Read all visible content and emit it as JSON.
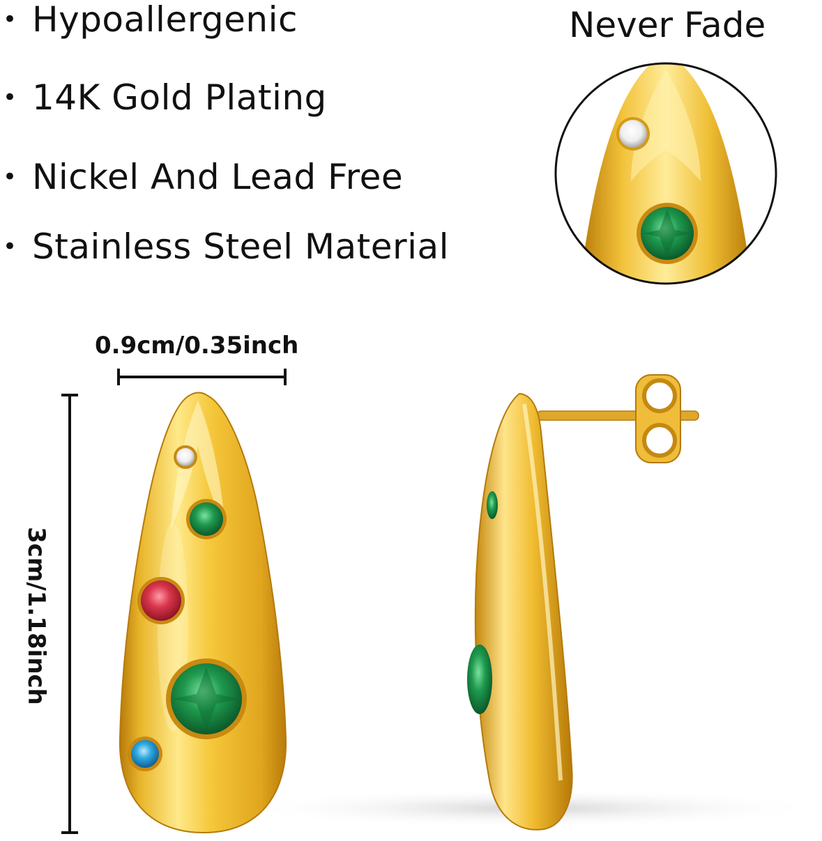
{
  "features": [
    "Hypoallergenic",
    "14K Gold Plating",
    "Nickel And Lead Free",
    "Stainless Steel Material"
  ],
  "bullet": "•",
  "zoom_caption": "Never Fade",
  "dimensions": {
    "width": "0.9cm/0.35inch",
    "height": "3cm/1.18inch"
  },
  "colors": {
    "gold": "#f2c234",
    "gold_dark": "#c98a12",
    "gold_light": "#fff1a8",
    "gem_green": "#1f9a4e",
    "gem_red": "#d9364a",
    "gem_blue": "#2ea7e0",
    "gem_white": "#f4f4f4",
    "text": "#111111"
  }
}
